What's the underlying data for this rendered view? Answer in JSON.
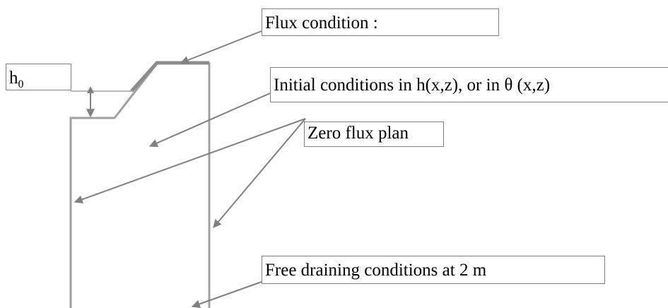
{
  "labels": {
    "h0": {
      "base": "h",
      "subscript": "0"
    },
    "flux_condition": "Flux condition :",
    "initial_conditions": "Initial conditions in  h(x,z), or in θ (x,z)",
    "zero_flux_plan": "Zero flux plan",
    "free_draining": "Free draining conditions at 2 m"
  },
  "colors": {
    "line": "#7f7f7f",
    "box_border": "#7f7f7f",
    "text": "#000000",
    "background": "#ffffff"
  }
}
